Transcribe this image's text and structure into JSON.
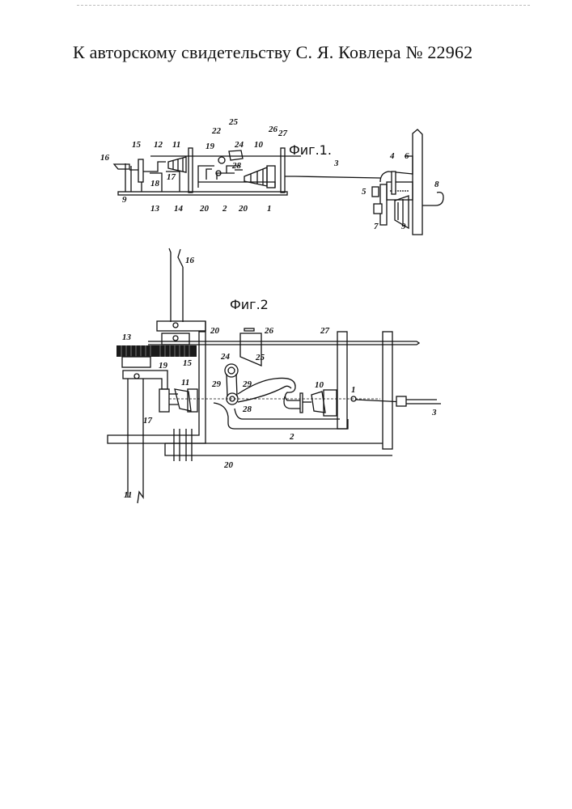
{
  "header": {
    "title": "К авторскому свидетельству С. Я. Ковлера № 22962"
  },
  "fig1": {
    "title": "Фиг.1.",
    "labels": [
      "16",
      "15",
      "12",
      "11",
      "19",
      "22",
      "25",
      "24",
      "26",
      "27",
      "10",
      "28",
      "18",
      "17",
      "9",
      "13",
      "14",
      "20",
      "2",
      "20",
      "1",
      "3",
      "4",
      "6",
      "5",
      "8",
      "7",
      "9"
    ]
  },
  "fig2": {
    "title": "Фиг.2",
    "labels": [
      "16",
      "20",
      "26",
      "27",
      "13",
      "15",
      "25",
      "24",
      "19",
      "29",
      "29",
      "11",
      "10",
      "1",
      "28",
      "17",
      "2",
      "3",
      "20",
      "11"
    ]
  }
}
